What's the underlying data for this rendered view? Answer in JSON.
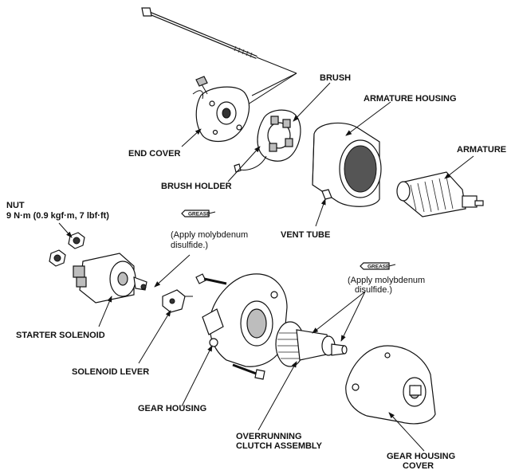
{
  "labels": {
    "brush": "BRUSH",
    "armature_housing": "ARMATURE HOUSING",
    "armature": "ARMATURE",
    "end_cover": "END COVER",
    "brush_holder": "BRUSH HOLDER",
    "vent_tube": "VENT TUBE",
    "nut": "NUT",
    "nut_torque": "9 N·m (0.9 kgf·m, 7 lbf·ft)",
    "starter_solenoid": "STARTER SOLENOID",
    "solenoid_lever": "SOLENOID LEVER",
    "gear_housing": "GEAR HOUSING",
    "overrunning_clutch_line1": "OVERRUNNING",
    "overrunning_clutch_line2": "CLUTCH ASSEMBLY",
    "gear_housing_cover_line1": "GEAR HOUSING",
    "gear_housing_cover_line2": "COVER"
  },
  "notes": {
    "grease_tag": "GREASE",
    "apply_left_line1": "(Apply molybdenum",
    "apply_left_line2": "disulfide.)",
    "apply_right_line1": "(Apply molybdenum",
    "apply_right_line2": "disulfide.)"
  }
}
